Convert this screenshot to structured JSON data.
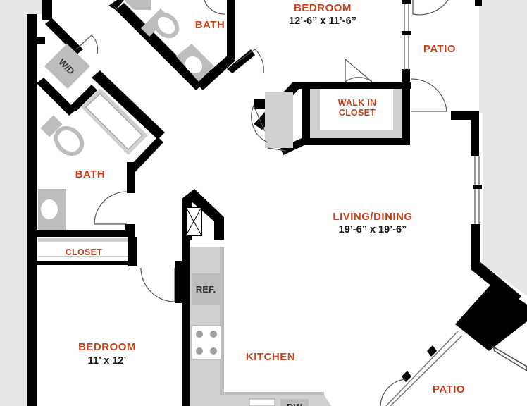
{
  "colors": {
    "background": "#e6e6e6",
    "wall": "#000000",
    "floor": "#ffffff",
    "fixture": "#bdbdbd",
    "label": "#c8401c",
    "dimension": "#1a1a1a"
  },
  "rooms": {
    "bedroom_top": {
      "name": "BEDROOM",
      "dimensions": "12’-6” x 11’-6”"
    },
    "bath_top": {
      "name": "BATH"
    },
    "patio_top": {
      "name": "PATIO"
    },
    "walk_in_closet": {
      "line1": "WALK IN",
      "line2": "CLOSET"
    },
    "bath_left": {
      "name": "BATH"
    },
    "closet": {
      "name": "CLOSET"
    },
    "living_dining": {
      "name": "LIVING/DINING",
      "dimensions": "19’-6” x  19’-6”"
    },
    "bedroom_bottom": {
      "name": "BEDROOM",
      "dimensions": "11’ x 12’"
    },
    "kitchen": {
      "name": "KITCHEN"
    },
    "patio_bottom": {
      "name": "PATIO"
    }
  },
  "fixtures": {
    "washer_dryer": "W/D",
    "refrigerator": "REF.",
    "dishwasher": "DW"
  }
}
